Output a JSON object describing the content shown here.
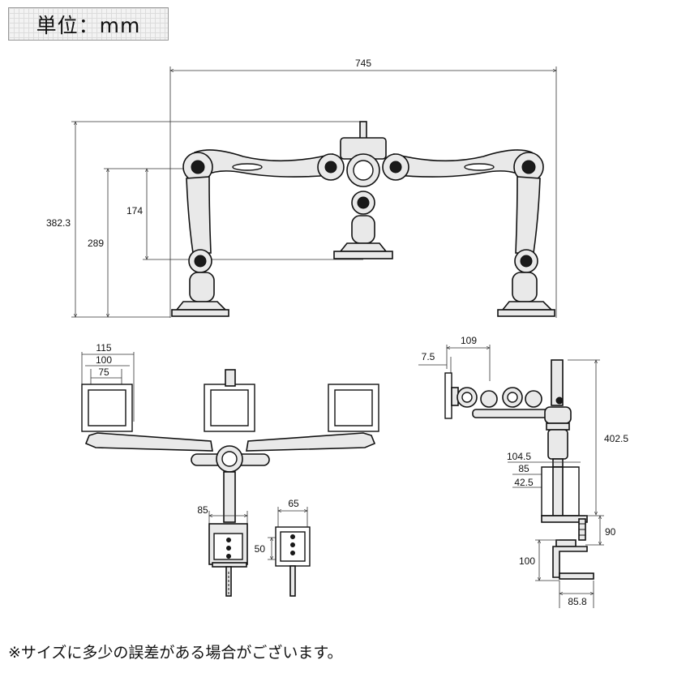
{
  "unit_label": "単位：mm",
  "note": "※サイズに多少の誤差がある場合がございます。",
  "front_view": {
    "width": "745",
    "height_total": "382.3",
    "height_arm": "289",
    "height_center": "174"
  },
  "top_view": {
    "vesa_115": "115",
    "vesa_100": "100",
    "vesa_75": "75",
    "clamp_width": "85",
    "clamp_side_width": "65",
    "clamp_hole": "50"
  },
  "side_view": {
    "depth": "109",
    "plate": "7.5",
    "pole_height": "402.5",
    "clamp_104_5": "104.5",
    "clamp_85": "85",
    "clamp_42_5": "42.5",
    "clamp_90": "90",
    "clamp_100": "100",
    "clamp_85_8": "85.8"
  }
}
